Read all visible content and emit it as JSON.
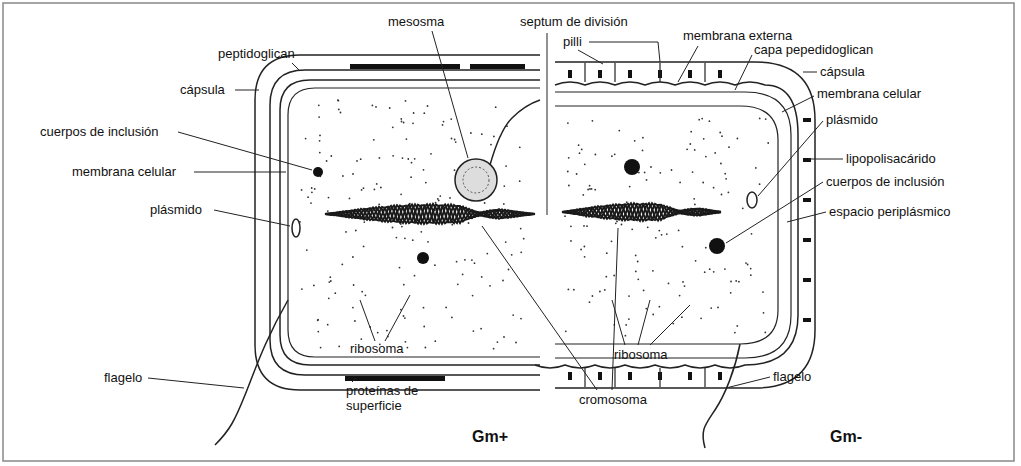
{
  "diagram": {
    "labels": [
      "mesosma",
      "septum de división",
      "pilli",
      "membrana externa",
      "peptidoglican",
      "cápsula",
      "capa pepedidoglican",
      "cápsula",
      "cuerpos de inclusión",
      "membrana celular",
      "membrana celular",
      "plásmido",
      "plásmido",
      "lipopolisacárido",
      "cuerpos de inclusión",
      "espacio periplásmico",
      "ribosoma",
      "ribosoma",
      "flagelo",
      "flagelo",
      "proteínas de superficie",
      "cromosoma",
      "Gm+",
      "Gm-"
    ]
  }
}
